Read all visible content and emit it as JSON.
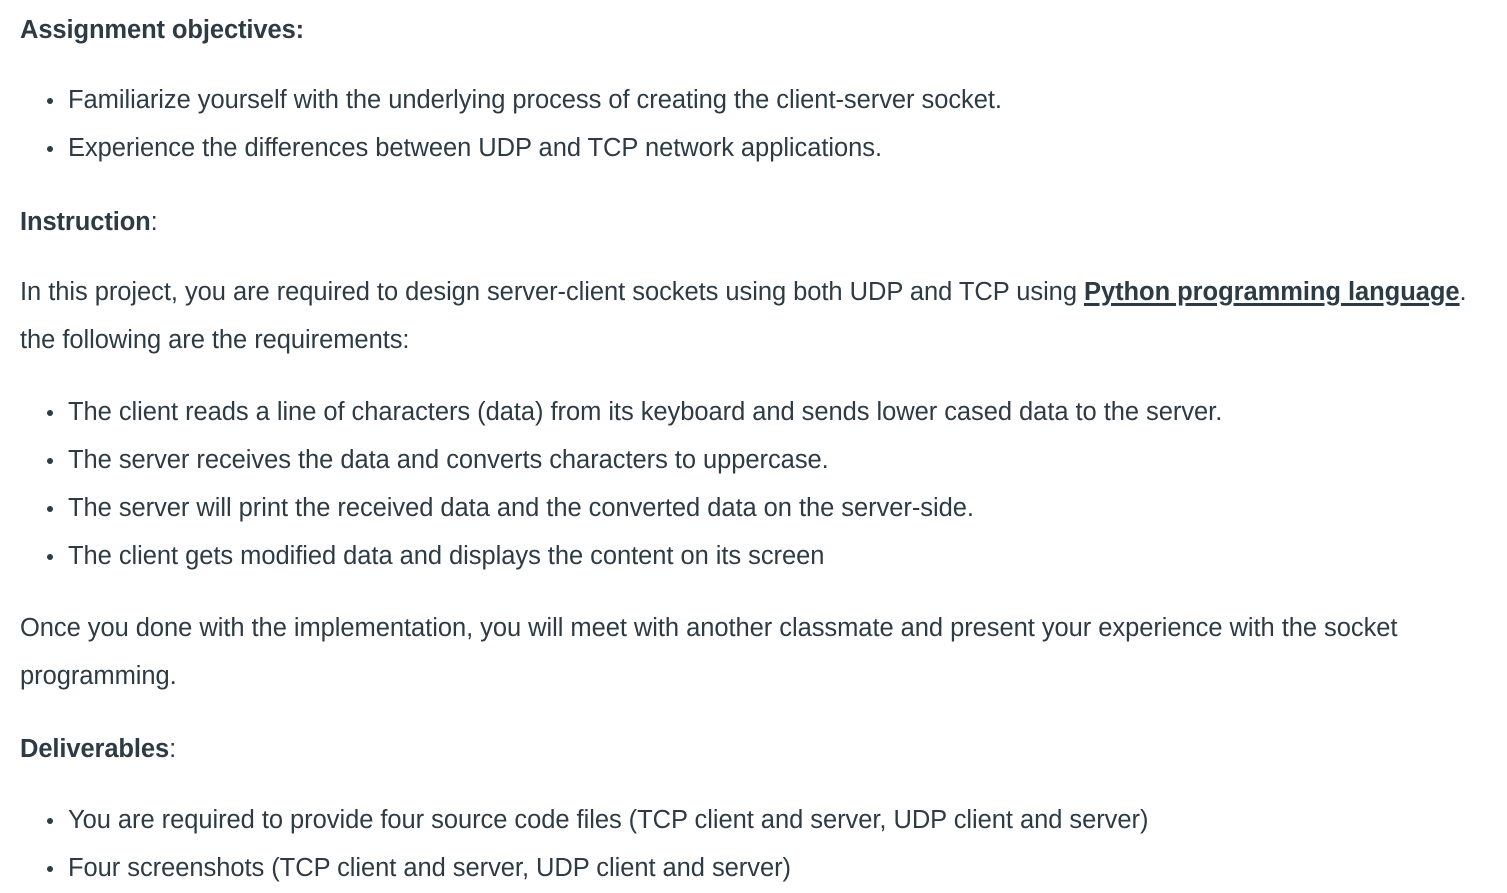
{
  "document": {
    "background_color": "#ffffff",
    "text_color": "#2d3b45",
    "sections": {
      "objectives": {
        "heading": "Assignment objectives:",
        "items": [
          "Familiarize yourself with the underlying process of creating the client-server socket.",
          "Experience the differences between UDP and TCP network applications."
        ]
      },
      "instruction": {
        "heading_bold": "Instruction",
        "heading_colon": ":",
        "paragraph_part1": "In this project, you are required to design server-client sockets using both UDP and TCP using ",
        "paragraph_emphasis": "Python programming language",
        "paragraph_part2": ". the following are the requirements:",
        "requirements": [
          "The client reads a line of characters (data) from its keyboard and sends lower cased data to the server.",
          "The server receives the data and converts characters to uppercase.",
          "The server will print the received data and the converted data on the server-side.",
          "The client gets modified data and displays the content on its screen"
        ]
      },
      "closing": {
        "paragraph": "Once you done with the implementation, you will meet with another classmate and present your experience with the socket programming."
      },
      "deliverables": {
        "heading_bold": "Deliverables",
        "heading_colon": ":",
        "items": [
          "You are required to provide four source code files (TCP client and server, UDP client and server)",
          "Four screenshots (TCP client and server, UDP client and server)"
        ]
      }
    }
  }
}
